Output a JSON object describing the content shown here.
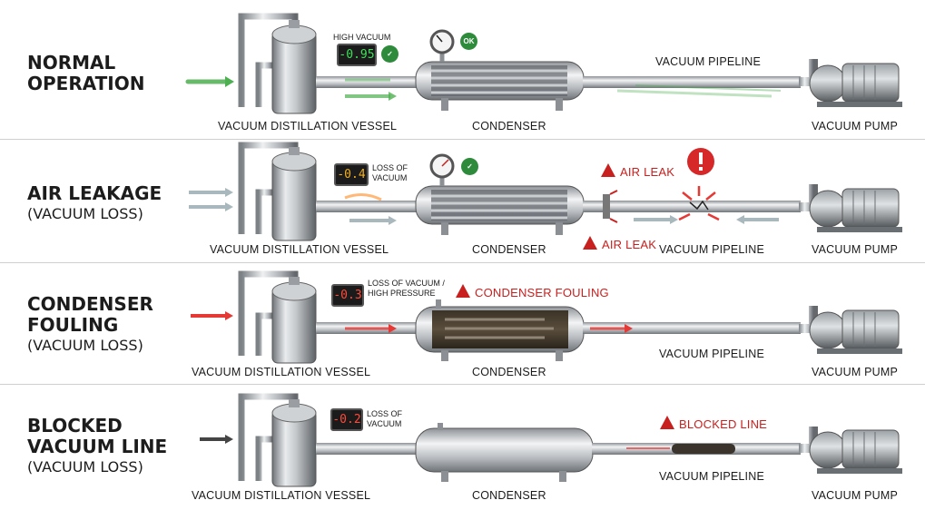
{
  "rows": [
    {
      "title": "NORMAL\nOPERATION",
      "subtitle": "",
      "vessel_label": "VACUUM DISTILLATION VESSEL",
      "condenser_label": "CONDENSER",
      "pipeline_label": "VACUUM PIPELINE",
      "pump_label": "VACUUM PUMP",
      "gauge_value": "-0.95",
      "gauge_caption": "HIGH VACUUM",
      "gauge_color": "#3fe05a",
      "status_badge": "OK",
      "flow_color": "#4caf50"
    },
    {
      "title": "AIR LEAKAGE",
      "subtitle": "(VACUUM LOSS)",
      "vessel_label": "VACUUM DISTILLATION VESSEL",
      "condenser_label": "CONDENSER",
      "pipeline_label": "VACUUM PIPELINE",
      "pump_label": "VACUUM PUMP",
      "gauge_value": "-0.4",
      "gauge_caption": "LOSS OF\nVACUUM",
      "gauge_color": "#f0b020",
      "alert_1": "AIR LEAK",
      "alert_2": "AIR LEAK",
      "flow_color": "#a9b8bd"
    },
    {
      "title": "CONDENSER\nFOULING",
      "subtitle": "(VACUUM LOSS)",
      "vessel_label": "VACUUM DISTILLATION VESSEL",
      "condenser_label": "CONDENSER",
      "pipeline_label": "VACUUM PIPELINE",
      "pump_label": "VACUUM PUMP",
      "gauge_value": "-0.3",
      "gauge_caption": "LOSS OF VACUUM /\nHIGH PRESSURE",
      "gauge_color": "#ff4a3a",
      "alert_1": "CONDENSER FOULING",
      "flow_color": "#e53935"
    },
    {
      "title": "BLOCKED\nVACUUM LINE",
      "subtitle": "(VACUUM LOSS)",
      "vessel_label": "VACUUM DISTILLATION VESSEL",
      "condenser_label": "CONDENSER",
      "pipeline_label": "VACUUM PIPELINE",
      "pump_label": "VACUUM PUMP",
      "gauge_value": "-0.2",
      "gauge_caption": "LOSS OF\nVACUUM",
      "gauge_color": "#ff4a3a",
      "alert_1": "BLOCKED LINE",
      "flow_color": "#444444"
    }
  ],
  "colors": {
    "steel_light": "#e6e8ea",
    "steel_mid": "#a7abb0",
    "steel_dark": "#5d6266",
    "alert_red": "#c8201e",
    "ok_green": "#2e8b3b"
  },
  "icons": [
    "pressure-gauge-icon",
    "check-circle-icon",
    "warning-triangle-icon",
    "alert-exclamation-icon"
  ]
}
